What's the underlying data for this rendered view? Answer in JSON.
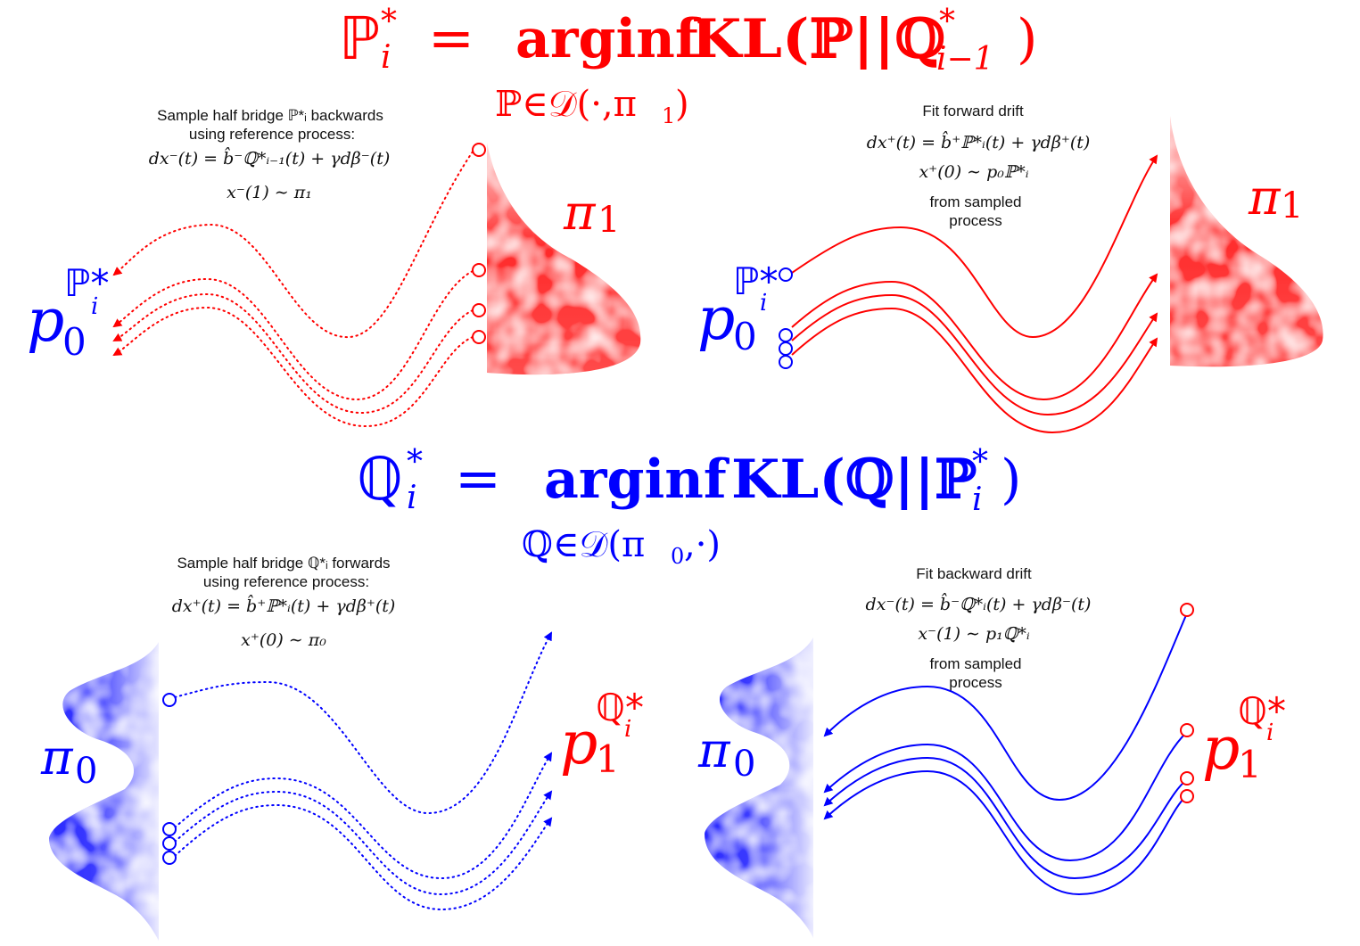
{
  "colors": {
    "p_color": "#ff0000",
    "q_color": "#0000ff",
    "text_color": "#111111"
  },
  "top_equation": {
    "lhs_sym": "ℙ",
    "lhs_sup": "*",
    "lhs_sub": "i",
    "eq_sign": "=",
    "op": "arginf",
    "kl": "KL(ℙ||ℚ",
    "kl_sup": "*",
    "kl_sub": "i−1",
    "close": ")",
    "constraint": "ℙ∈𝒟(·,π",
    "constraint_sub": "1",
    "constraint_close": ")"
  },
  "mid_equation": {
    "lhs_sym": "ℚ",
    "lhs_sup": "*",
    "lhs_sub": "i",
    "eq_sign": "=",
    "op": "arginf",
    "kl": "KL(ℚ||ℙ",
    "kl_sup": "*",
    "kl_sub": "i",
    "close": ")",
    "constraint": "ℚ∈𝒟(π",
    "constraint_sub": "0",
    "constraint_close": ",·)"
  },
  "panels": {
    "top_left": {
      "line1": "Sample half bridge ℙ*ᵢ  backwards",
      "line2": "using reference process:",
      "eq1": "dx⁻(t) = b̂⁻ℚ*ᵢ₋₁(t) + γdβ⁻(t)",
      "eq2": "x⁻(1) ∼ π₁",
      "label_p": "p",
      "label_p_sub": "0",
      "label_p_sup": "ℙ*",
      "label_p_sup_sub": "i",
      "dist_label": "π",
      "dist_sub": "1"
    },
    "top_right": {
      "line1": "Fit forward drift",
      "eq1": "dx⁺(t) = b̂⁺ℙ*ᵢ(t) + γdβ⁺(t)",
      "eq2": "x⁺(0) ∼ p₀ℙ*ᵢ",
      "line3": "from sampled",
      "line4": "process",
      "label_p": "p",
      "label_p_sub": "0",
      "label_p_sup": "ℙ*",
      "label_p_sup_sub": "i",
      "dist_label": "π",
      "dist_sub": "1"
    },
    "bottom_left": {
      "line1": "Sample half  bridge  ℚ*ᵢ  forwards",
      "line2": "using reference process:",
      "eq1": "dx⁺(t) = b̂⁺ℙ*ᵢ(t) + γdβ⁺(t)",
      "eq2": "x⁺(0) ∼ π₀",
      "label_p": "p",
      "label_p_sub": "1",
      "label_p_sup": "ℚ*",
      "label_p_sup_sub": "i",
      "dist_label": "π",
      "dist_sub": "0"
    },
    "bottom_right": {
      "line1": "Fit backward drift",
      "eq1": "dx⁻(t) = b̂⁻ℚ*ᵢ(t) + γdβ⁻(t)",
      "eq2": "x⁻(1) ∼ p₁ℚ*ᵢ",
      "line3": "from sampled",
      "line4": "process",
      "label_p": "p",
      "label_p_sub": "1",
      "label_p_sup": "ℚ*",
      "label_p_sup_sub": "i",
      "dist_label": "π",
      "dist_sub": "0"
    }
  }
}
